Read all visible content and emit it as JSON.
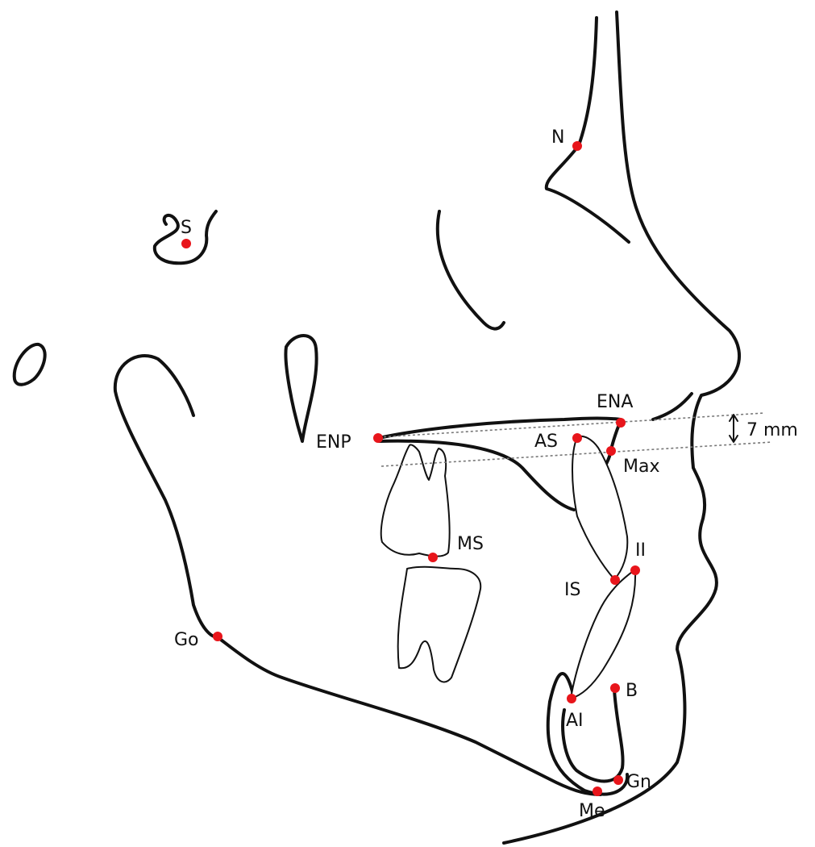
{
  "diagram": {
    "landmarks": [
      {
        "id": "N",
        "label": "N"
      },
      {
        "id": "S",
        "label": "S"
      },
      {
        "id": "ENA",
        "label": "ENA"
      },
      {
        "id": "ENP",
        "label": "ENP"
      },
      {
        "id": "AS",
        "label": "AS"
      },
      {
        "id": "Max",
        "label": "Max"
      },
      {
        "id": "MS",
        "label": "MS"
      },
      {
        "id": "II",
        "label": "II"
      },
      {
        "id": "IS",
        "label": "IS"
      },
      {
        "id": "Go",
        "label": "Go"
      },
      {
        "id": "B",
        "label": "B"
      },
      {
        "id": "AI",
        "label": "AI"
      },
      {
        "id": "Gn",
        "label": "Gn"
      },
      {
        "id": "Me",
        "label": "Me"
      }
    ],
    "measurement": {
      "label": "7 mm"
    },
    "colors": {
      "landmark": "#e8151b",
      "line": "#111111",
      "guide": "#777777",
      "background": "#ffffff"
    }
  }
}
